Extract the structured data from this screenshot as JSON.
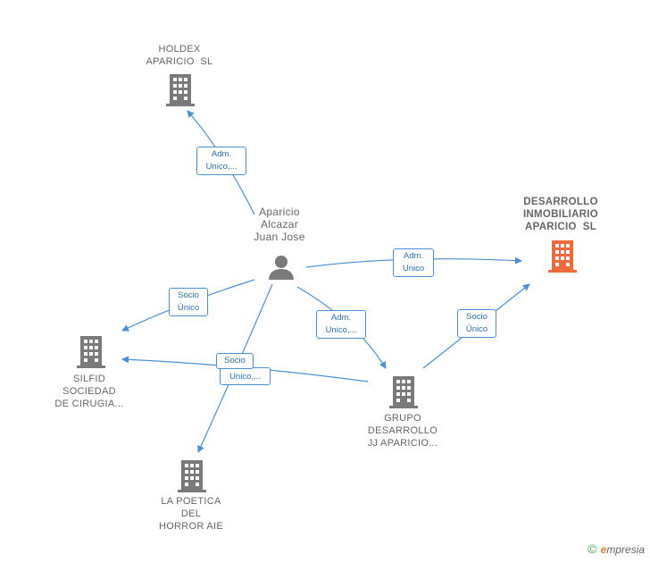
{
  "colors": {
    "edge": "#4a90d9",
    "building": "#7a7a7a",
    "focus_building": "#ef6b3a",
    "person": "#7a7a7a"
  },
  "nodes": {
    "holdex": {
      "label": "HOLDEX\nAPARICIO  SL",
      "icon": "building-icon"
    },
    "person": {
      "label": "Aparicio\nAlcazar\nJuan Jose",
      "icon": "person-icon"
    },
    "desarrollo": {
      "label": "DESARROLLO\nINMOBILIARIO\nAPARICIO  SL",
      "icon": "building-icon"
    },
    "silfid": {
      "label": "SILFID\nSOCIEDAD\nDE CIRUGIA...",
      "icon": "building-icon"
    },
    "grupo": {
      "label": "GRUPO\nDESARROLLO\nJJ APARICIO...",
      "icon": "building-icon"
    },
    "poetica": {
      "label": "LA POETICA\nDEL\nHORROR AIE",
      "icon": "building-icon"
    }
  },
  "edge_labels": {
    "holdex": "Adm.\nUnico,...",
    "desarrollo": "Adm.\nUnico",
    "silfid": "Socio\nÚnico",
    "grupo": "Adm.\nUnico,...",
    "grupo_desarrollo": "Socio\nÚnico",
    "grupo_silfid_top": "Socio",
    "grupo_silfid_bottom": "Unico,..."
  },
  "footer": {
    "copyright": "©",
    "brand_e": "e",
    "brand_rest": "mpresia"
  }
}
